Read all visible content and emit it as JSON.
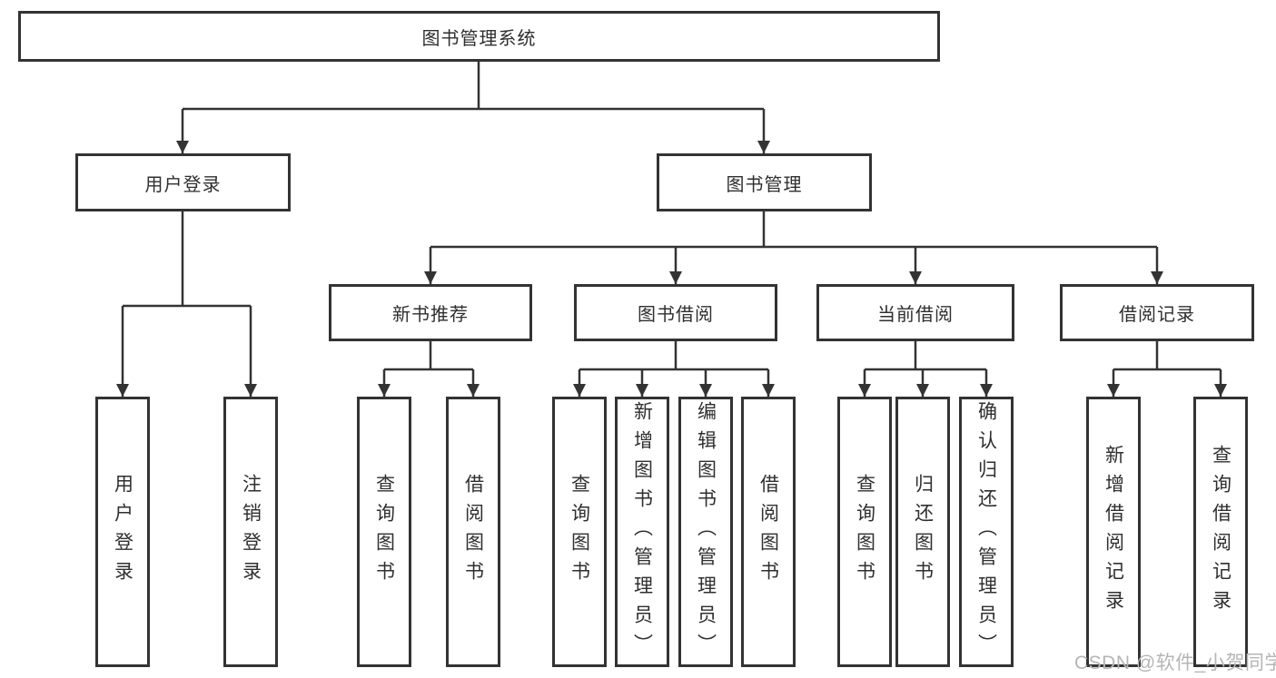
{
  "diagram": {
    "title": "图书管理系统",
    "level2": {
      "user_login": "用户登录",
      "book_mgmt": "图书管理"
    },
    "level3": {
      "new_books": "新书推荐",
      "borrow": "图书借阅",
      "current": "当前借阅",
      "records": "借阅记录"
    },
    "leaves": {
      "login": "用户登录",
      "logout": "注销登录",
      "nb_query": "查询图书",
      "nb_borrow": "借阅图书",
      "b_query": "查询图书",
      "b_add": "新增图书（管理员）",
      "b_edit": "编辑图书（管理员）",
      "b_borrow": "借阅图书",
      "c_query": "查询图书",
      "c_return": "归还图书",
      "c_confirm": "确认归还（管理员）",
      "r_add": "新增借阅记录",
      "r_query": "查询借阅记录"
    }
  },
  "watermark": {
    "text": "CSDN @软件_小贺同学"
  },
  "colors": {
    "line": "#333333",
    "text": "#2f2f2f",
    "watermark": "#b5b5b5",
    "background": "#ffffff"
  }
}
